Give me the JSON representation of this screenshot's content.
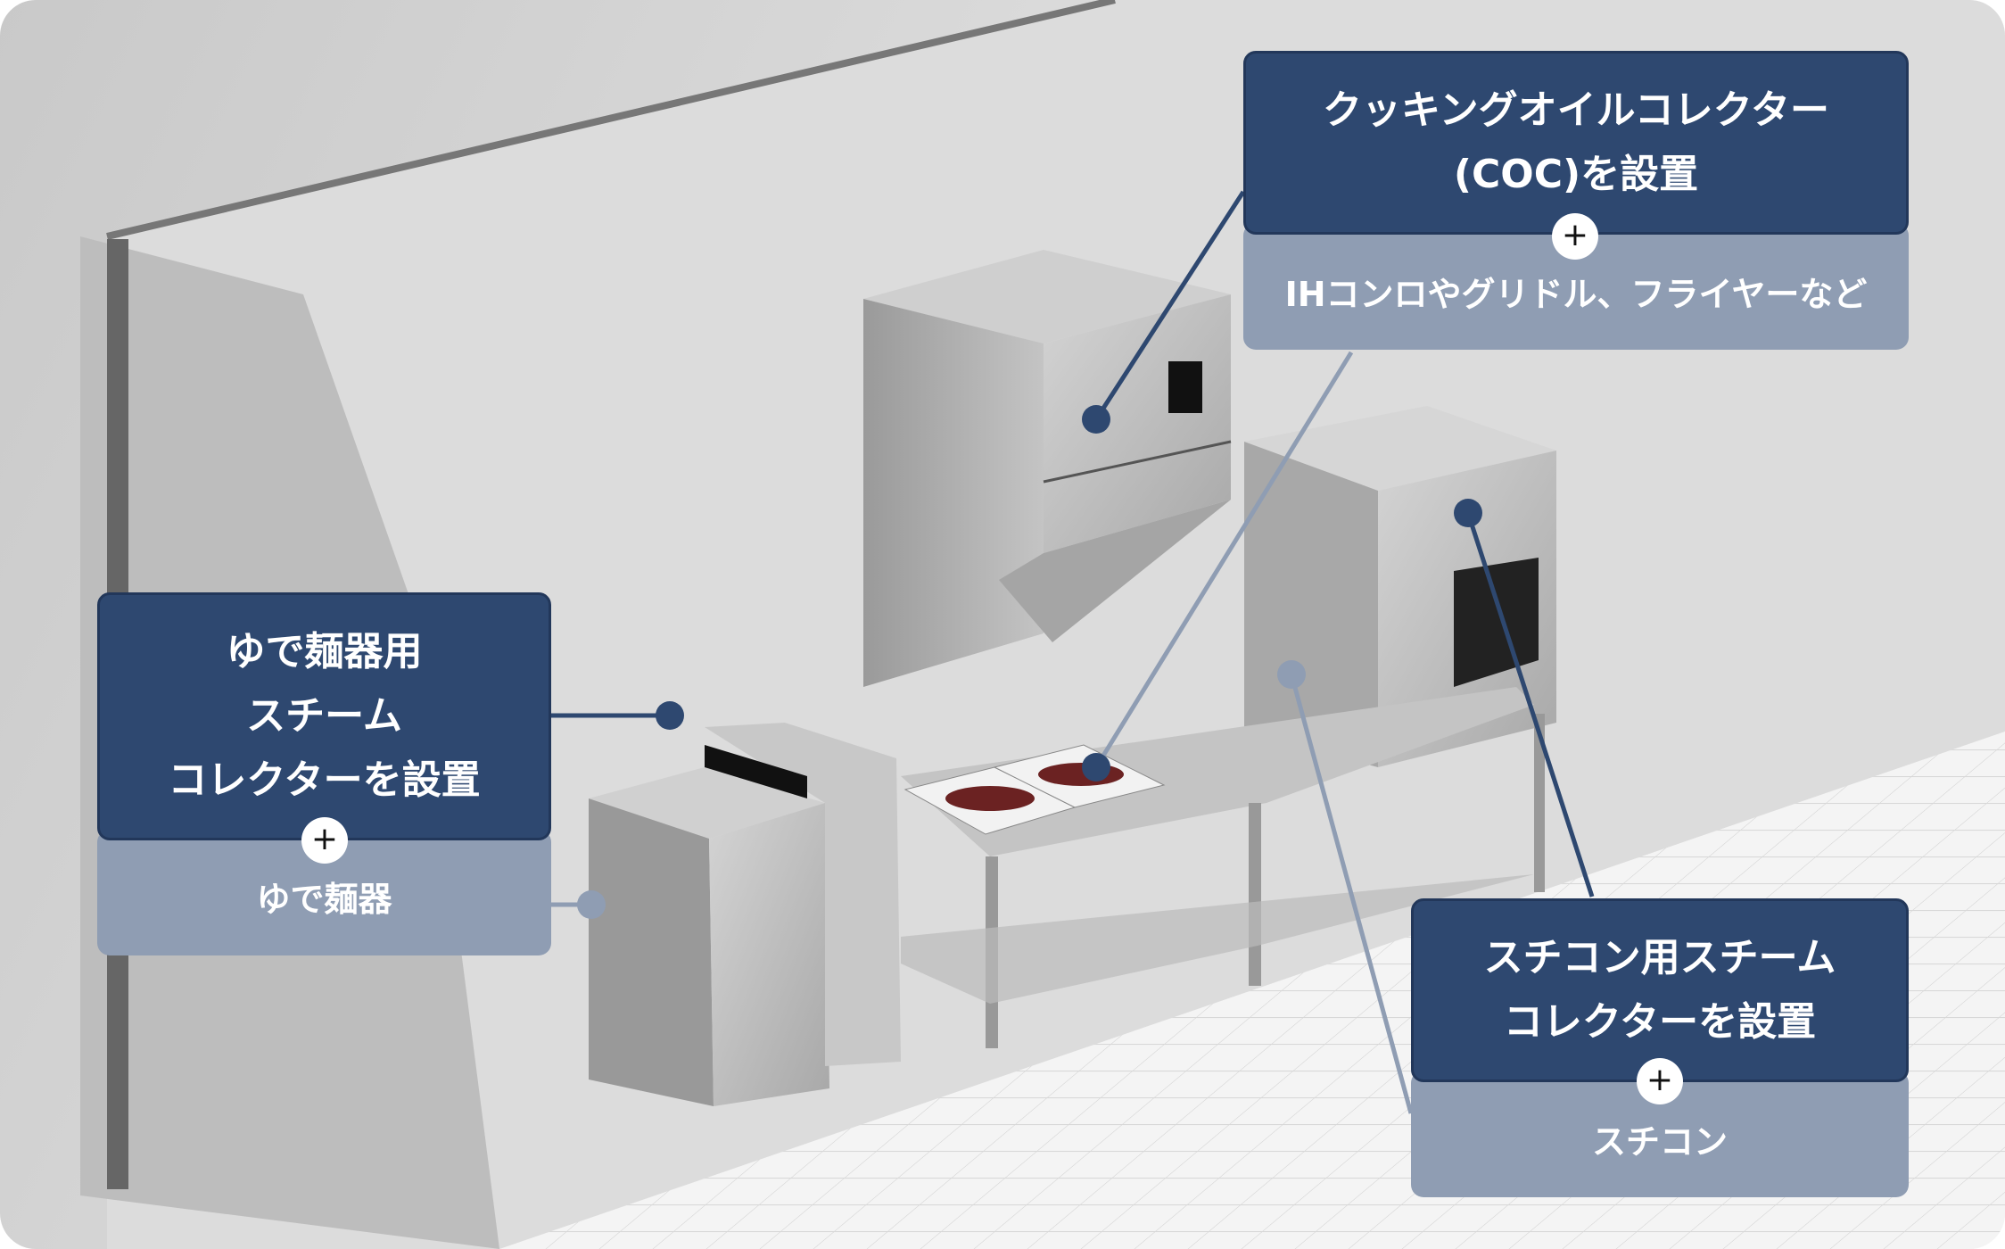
{
  "callouts": {
    "coc": {
      "title_line1": "クッキングオイルコレクター",
      "title_line2": "(COC)を設置",
      "plus": "+",
      "target": "IHコンロやグリドル、フライヤーなど"
    },
    "boiler": {
      "title_line1": "ゆで麺器用",
      "title_line2": "スチーム",
      "title_line3": "コレクターを設置",
      "plus": "+",
      "target": "ゆで麺器"
    },
    "combi": {
      "title_line1": "スチコン用スチーム",
      "title_line2": "コレクターを設置",
      "plus": "+",
      "target": "スチコン"
    }
  },
  "colors": {
    "dark": "#2e4870",
    "light": "#8f9db3"
  }
}
